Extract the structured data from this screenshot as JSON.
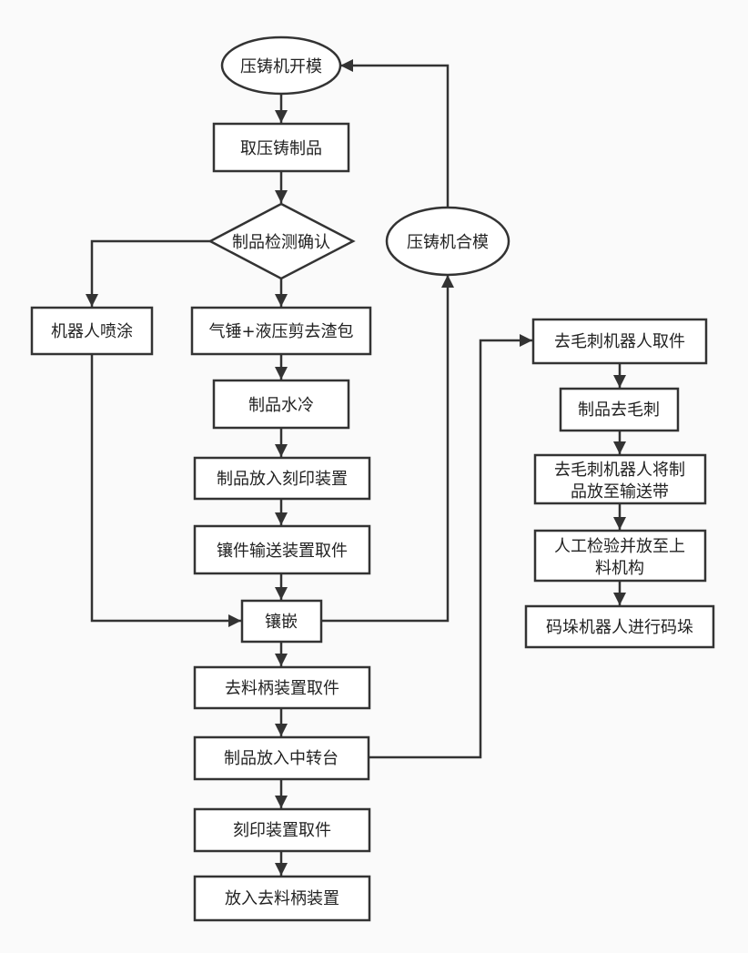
{
  "nodes": {
    "open_mold": "压铸机开模",
    "take_part": "取压铸制品",
    "inspect": "制品检测确认",
    "robot_spray": "机器人喷涂",
    "trim": "气锤+液压剪去渣包",
    "water_cool": "制品水冷",
    "to_engraver": "制品放入刻印装置",
    "insert_pick": "镶件输送装置取件",
    "insert": "镶嵌",
    "close_mold": "压铸机合模",
    "handle_pick": "去料柄装置取件",
    "to_turntable": "制品放入中转台",
    "engraver_pick": "刻印装置取件",
    "to_handle_removal": "放入去料柄装置",
    "deburr_robot_pick": "去毛刺机器人取件",
    "deburr": "制品去毛刺",
    "to_conveyor_l1": "去毛刺机器人将制",
    "to_conveyor_l2": "品放至输送带",
    "manual_l1": "人工检验并放至上",
    "manual_l2": "料机构",
    "palletize": "码垛机器人进行码垛"
  }
}
